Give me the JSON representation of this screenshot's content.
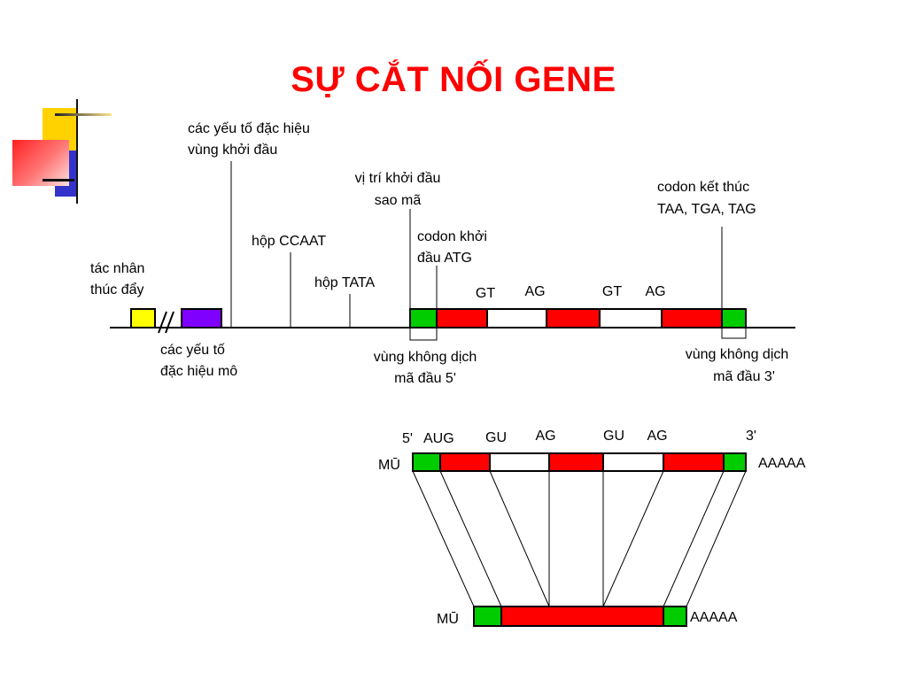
{
  "title": "SỰ CẮT NỐI GENE",
  "colors": {
    "title": "#ff0000",
    "exon": "#ff0000",
    "utr": "#00cc00",
    "promoter": "#ffff00",
    "tissue_factor": "#8000ff",
    "intron": "#ffffff"
  },
  "labels": {
    "promoter_specific": [
      "các yếu tố đặc hiệu",
      "vùng khởi đầu"
    ],
    "transcription_start": [
      "vị trí khởi đầu",
      "sao mã"
    ],
    "stop_codon": [
      "codon kết thúc",
      "TAA, TGA, TAG"
    ],
    "ccaat": "hộp CCAAT",
    "start_codon": [
      "codon khởi",
      "đầu ATG"
    ],
    "enhancer": [
      "tác nhân",
      "thúc đẩy"
    ],
    "tata": "hộp TATA",
    "tissue_factors": [
      "các yếu tố",
      "đặc hiệu mô"
    ],
    "utr5": [
      "vùng không dịch",
      "mã đầu 5'"
    ],
    "utr3": [
      "vùng không dịch",
      "mã đầu 3'"
    ]
  },
  "gene_splice_sites": [
    "GT",
    "AG",
    "GT",
    "AG"
  ],
  "pre_mrna": {
    "label": "MŪ",
    "end5": "5'",
    "end3": "3'",
    "codon": "AUG",
    "splice_sites": [
      "GU",
      "AG",
      "GU",
      "AG"
    ],
    "poly_a": "AAAAA"
  },
  "mature_mrna": {
    "label": "MŪ",
    "poly_a": "AAAAA"
  }
}
